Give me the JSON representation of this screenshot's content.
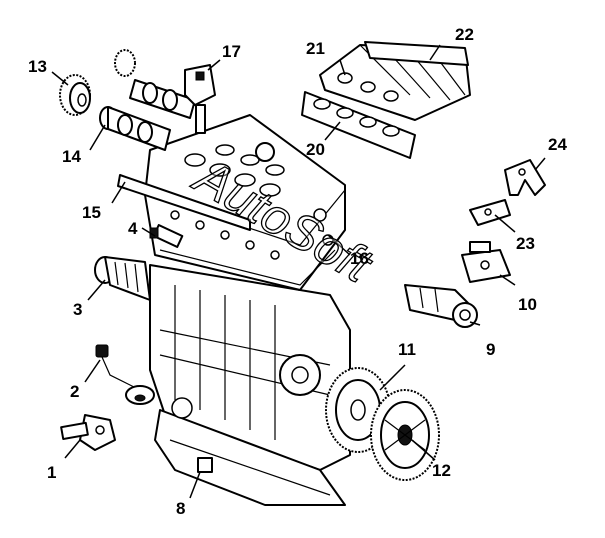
{
  "callouts": [
    {
      "id": "1",
      "label": "1"
    },
    {
      "id": "2",
      "label": "2"
    },
    {
      "id": "3",
      "label": "3"
    },
    {
      "id": "4",
      "label": "4"
    },
    {
      "id": "8",
      "label": "8"
    },
    {
      "id": "9",
      "label": "9"
    },
    {
      "id": "10",
      "label": "10"
    },
    {
      "id": "11",
      "label": "11"
    },
    {
      "id": "12",
      "label": "12"
    },
    {
      "id": "13",
      "label": "13"
    },
    {
      "id": "14",
      "label": "14"
    },
    {
      "id": "15",
      "label": "15"
    },
    {
      "id": "16",
      "label": "16"
    },
    {
      "id": "17",
      "label": "17"
    },
    {
      "id": "20",
      "label": "20"
    },
    {
      "id": "21",
      "label": "21"
    },
    {
      "id": "22",
      "label": "22"
    },
    {
      "id": "23",
      "label": "23"
    },
    {
      "id": "24",
      "label": "24"
    }
  ],
  "watermark": "AutoSoft"
}
